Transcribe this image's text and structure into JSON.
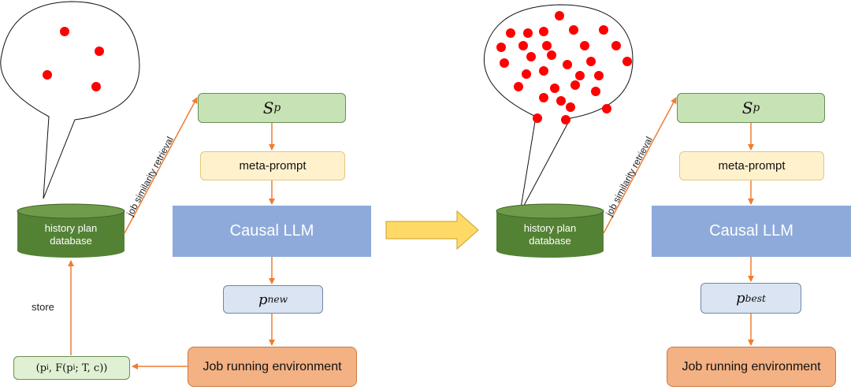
{
  "left_panel": {
    "sp_label": "S",
    "sp_sub": "p",
    "meta_prompt": "meta-prompt",
    "llm": "Causal LLM",
    "plan_label": "p",
    "plan_sub": "new",
    "job_env": "Job running environment",
    "tuple_text": "(p",
    "tuple_sub": "i",
    "tuple_rest": ", F(p",
    "tuple_sub2": "i",
    "tuple_end": "; T, c))",
    "database_line1": "history plan",
    "database_line2": "database",
    "retrieval_label": "job similarity retrieval",
    "store_label": "store",
    "bubble_points": 4
  },
  "right_panel": {
    "sp_label": "S",
    "sp_sub": "p",
    "meta_prompt": "meta-prompt",
    "llm": "Causal LLM",
    "plan_label": "p",
    "plan_sub": "best",
    "job_env": "Job running environment",
    "database_line1": "history plan",
    "database_line2": "database",
    "retrieval_label": "job similarity retrieval",
    "bubble_points": 31
  },
  "colors": {
    "arrow": "#ed7d31",
    "database": "#548235",
    "point": "#ff0000",
    "transition_arrow": "#ffd966"
  }
}
